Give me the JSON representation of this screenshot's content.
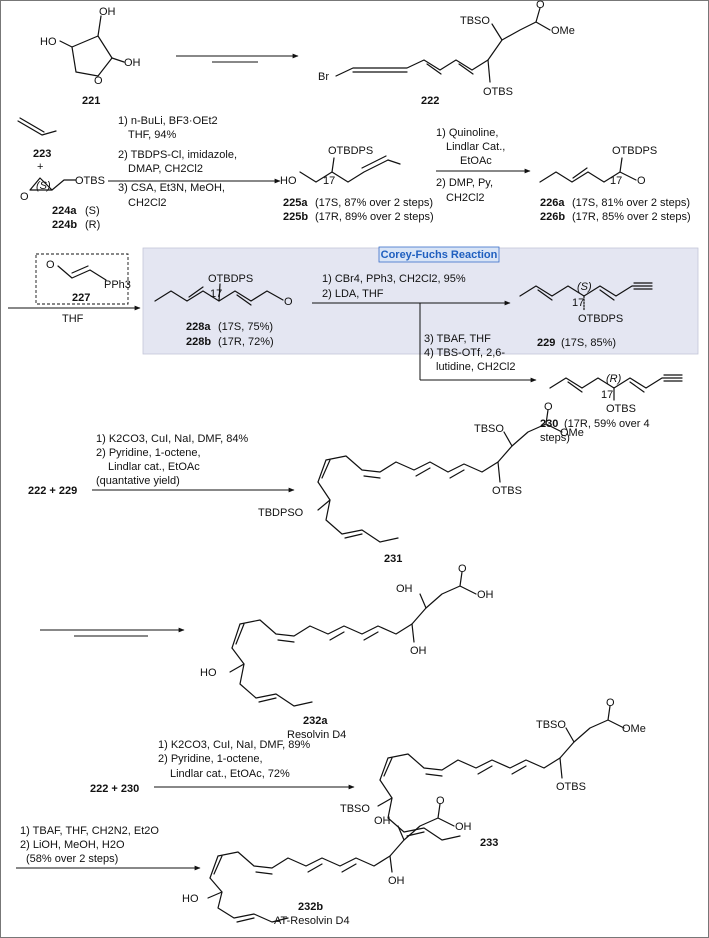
{
  "compounds": {
    "c221": {
      "num": "221",
      "oh_top": "OH",
      "oh_left": "HO",
      "oh_right": "OH"
    },
    "c222": {
      "num": "222",
      "tbso": "TBSO",
      "otbs": "OTBS",
      "ome": "OMe",
      "br": "Br"
    },
    "c223": {
      "num": "223",
      "plus": "+"
    },
    "c224": {
      "otbs": "OTBS",
      "stereo": "(S)",
      "a_num": "224a",
      "a_cfg": "(S)",
      "b_num": "224b",
      "b_cfg": "(R)"
    },
    "c225": {
      "otbdps": "OTBDPS",
      "ho": "HO",
      "pos": "17",
      "a_num": "225a",
      "a_text": "(17S, 87% over 2 steps)",
      "b_num": "225b",
      "b_text": "(17R, 89% over 2 steps)"
    },
    "c226": {
      "otbdps": "OTBDPS",
      "pos": "17",
      "a_num": "226a",
      "a_text": "(17S, 81% over 2 steps)",
      "b_num": "226b",
      "b_text": "(17R, 85% over 2 steps)"
    },
    "c227": {
      "num": "227",
      "pph3": "PPh3"
    },
    "c228": {
      "otbdps": "OTBDPS",
      "pos": "17",
      "a_num": "228a",
      "a_text": "(17S, 75%)",
      "b_num": "228b",
      "b_text": "(17R, 72%)"
    },
    "c229": {
      "num": "229",
      "text": "(17S, 85%)",
      "otbdps": "OTBDPS",
      "stereo": "(S)",
      "pos": "17"
    },
    "c230": {
      "num": "230",
      "text": "(17R, 59% over 4",
      "text2": "steps)",
      "otbs": "OTBS",
      "stereo": "(R)",
      "pos": "17"
    },
    "c231": {
      "num": "231",
      "tbso": "TBSO",
      "otbs": "OTBS",
      "ome": "OMe",
      "tbdpso": "TBDPSO"
    },
    "c232a": {
      "num": "232a",
      "name": "Resolvin D4",
      "ho": "HO",
      "oh": "OH",
      "acid": "OH"
    },
    "c233": {
      "num": "233",
      "tbso": "TBSO",
      "otbs": "OTBS",
      "ome": "OMe",
      "tbso2": "TBSO"
    },
    "c232b": {
      "num": "232b",
      "name": "AT-Resolvin D4",
      "ho": "HO",
      "oh": "OH",
      "acid": "OH"
    }
  },
  "box": {
    "title": "Corey-Fuchs Reaction"
  },
  "conditions": {
    "r223": [
      "1) n-BuLi, BF3·OEt2",
      "THF, 94%",
      "2) TBDPS-Cl, imidazole,",
      "DMAP, CH2Cl2",
      "3) CSA, Et3N, MeOH,",
      "CH2Cl2"
    ],
    "r225": [
      "1) Quinoline,",
      "Lindlar Cat.,",
      "EtOAc",
      "2) DMP, Py,",
      "CH2Cl2"
    ],
    "r227": "THF",
    "r228": [
      "1) CBr4, PPh3, CH2Cl2, 95%",
      "2) LDA, THF"
    ],
    "r229": [
      "3) TBAF, THF",
      "4) TBS-OTf, 2,6-",
      "lutidine, CH2Cl2"
    ],
    "r231": [
      "1) K2CO3, CuI, NaI, DMF, 84%",
      "2) Pyridine, 1-octene,",
      "Lindlar cat., EtOAc",
      "(quantative yield)"
    ],
    "r233": [
      "1) K2CO3, CuI, NaI, DMF, 89%",
      "2) Pyridine, 1-octene,",
      "Lindlar cat., EtOAc, 72%"
    ],
    "r232b": [
      "1) TBAF, THF, CH2N2, Et2O",
      "2) LiOH, MeOH, H2O",
      "(58% over 2 steps)"
    ],
    "sm231": "222 + 229",
    "sm233": "222 + 230"
  },
  "colors": {
    "box_fill": "#e4e6f2",
    "title_fill": "#d8e4f6",
    "title_text": "#1f5fbf"
  }
}
